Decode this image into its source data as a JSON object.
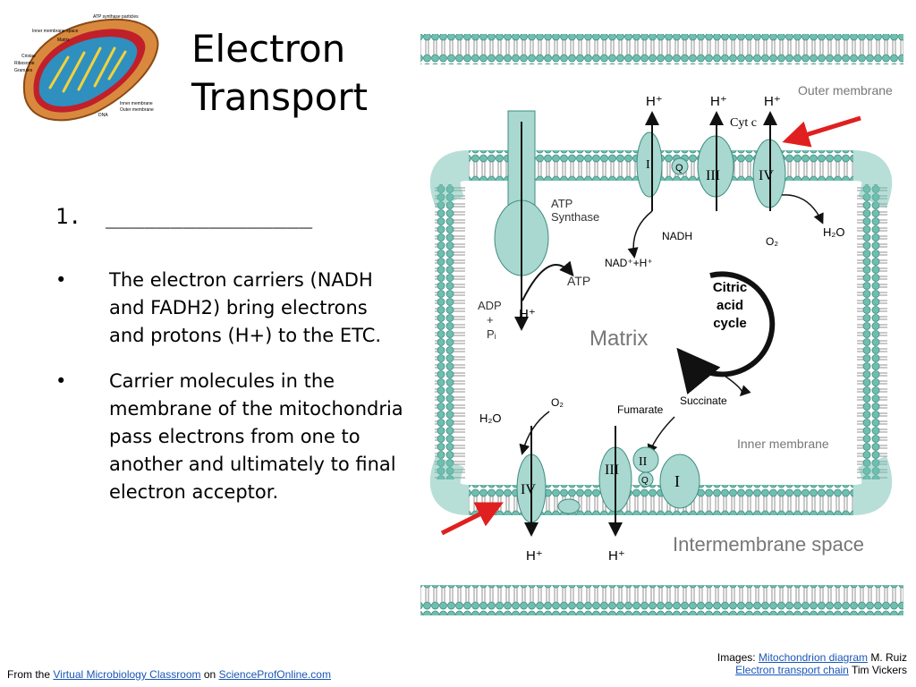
{
  "slide": {
    "title_line1": "Electron",
    "title_line2": "Transport",
    "numbered_item": {
      "number": "1.",
      "text": "________________"
    },
    "bullets": [
      {
        "marker": "•",
        "text": "The electron carriers (NADH and FADH2) bring electrons and protons (H+) to the ETC."
      },
      {
        "marker": "•",
        "text": "Carrier molecules in the membrane of the mitochondria pass electrons from one to another and ultimately to final electron acceptor."
      }
    ]
  },
  "mitochondrion_labels": {
    "top": "ATP synthase particles",
    "inner_space": "Inner membrane space",
    "matrix": "Matrix",
    "cristae": "Cristae",
    "ribosome": "Ribosome",
    "granules": "Granules",
    "dna": "DNA",
    "inner_membrane": "Inner membrane",
    "outer_membrane": "Outer membrane"
  },
  "diagram": {
    "outer_membrane": "Outer membrane",
    "inner_membrane": "Inner membrane",
    "intermembrane_space": "Intermembrane space",
    "matrix": "Matrix",
    "atp_synthase": "ATP\nSynthase",
    "citric_acid_cycle": "Citric\nacid\ncycle",
    "cyt_c": "Cyt c",
    "q": "Q",
    "nadh": "NADH",
    "nad": "NAD⁺+H⁺",
    "atp": "ATP",
    "adp_pi": "ADP\n+\nPi",
    "h_plus": "H⁺",
    "o2": "O₂",
    "h2o": "H₂O",
    "fumarate": "Fumarate",
    "succinate": "Succinate",
    "complex_I": "I",
    "complex_II": "II",
    "complex_III": "III",
    "complex_IV": "IV"
  },
  "colors": {
    "arrow_red": "#e02020",
    "protein_fill": "#a8d8d0",
    "membrane_bead": "#6fbfb0"
  },
  "footer": {
    "left_prefix": "From the",
    "left_link1": "Virtual Microbiology Classroom",
    "left_mid": "on",
    "left_link2": "ScienceProfOnline.com",
    "right_prefix": "Images:",
    "right_link1": "Mitochondrion diagram",
    "right_author1": "M. Ruiz",
    "right_link2": "Electron transport chain",
    "right_author2": "Tim Vickers"
  }
}
